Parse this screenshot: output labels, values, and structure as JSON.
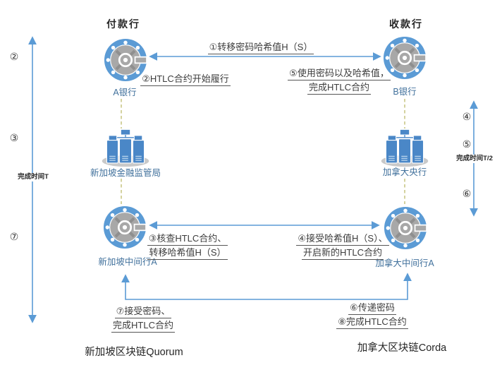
{
  "diagram": {
    "headers": {
      "payer": "付款行",
      "payee": "收款行"
    },
    "nodes": {
      "bank_a": "A银行",
      "bank_b": "B银行",
      "sg_regulator": "新加坡金融监管局",
      "ca_central": "加拿大央行",
      "sg_intermediary": "新加坡中间行A",
      "ca_intermediary": "加拿大中间行A"
    },
    "steps": {
      "s1": "①转移密码哈希值H（S）",
      "s2": "②HTLC合约开始履行",
      "s3a": "③核查HTLC合约、",
      "s3b": "转移哈希值H（S）",
      "s4a": "④接受哈希值H（S）、",
      "s4b": "开启新的HTLC合约",
      "s5a": "⑤使用密码以及哈希值，",
      "s5b": "完成HTLC合约",
      "s6": "⑥传递密码",
      "s7a": "⑦接受密码、",
      "s7b": "完成HTLC合约",
      "s8": "⑧完成HTLC合约"
    },
    "timeline_left": {
      "m1": "②",
      "m2": "③",
      "m3": "⑦",
      "label": "完成时间T"
    },
    "timeline_right": {
      "m1": "④",
      "m2": "⑤",
      "m3": "⑥",
      "label": "完成时间T/2"
    },
    "footers": {
      "quorum": "新加坡区块链Quorum",
      "corda": "加拿大区块链Corda"
    },
    "colors": {
      "arrow_blue": "#5B9BD5",
      "vault_gray": "#A8A8A8",
      "server_blue": "#4A87C7",
      "node_label": "#41719C",
      "dashed_link": "#BDB96A",
      "text": "#3A3A3A"
    }
  }
}
